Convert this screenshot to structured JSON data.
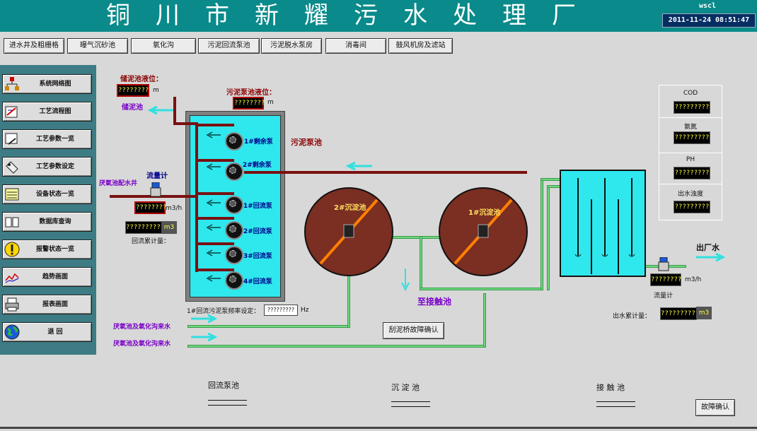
{
  "header": {
    "title": "铜川市新耀污水处理厂",
    "user": "wscl",
    "datetime": "2011-11-24 08:51:47"
  },
  "nav": {
    "tabs": [
      "进水井及粗栅格",
      "曝气沉砂池",
      "氧化沟",
      "污泥回流泵池",
      "污泥脱水泵房",
      "消毒间",
      "鼓风机房及滤站"
    ]
  },
  "sidebar": {
    "items": [
      {
        "label": "系统网络图",
        "icon": "network-icon"
      },
      {
        "label": "工艺流程图",
        "icon": "flowchart-icon"
      },
      {
        "label": "工艺参数一览",
        "icon": "params-icon"
      },
      {
        "label": "工艺参数设定",
        "icon": "settings-icon"
      },
      {
        "label": "设备状态一览",
        "icon": "device-list-icon"
      },
      {
        "label": "数据库查询",
        "icon": "database-book-icon"
      },
      {
        "label": "报警状态一览",
        "icon": "alarm-icon"
      },
      {
        "label": "趋势画面",
        "icon": "trend-icon"
      },
      {
        "label": "报表画面",
        "icon": "printer-icon"
      },
      {
        "label": "退  回",
        "icon": "globe-icon"
      }
    ]
  },
  "process": {
    "storage_level_label": "储泥池液位：",
    "storage_level_value": "????????",
    "storage_level_unit": "m",
    "storage_pool_label": "储泥池",
    "sludge_pit_level_label": "污泥泵池液位：",
    "sludge_pit_level_value": "????????",
    "sludge_pit_level_unit": "m",
    "sludge_pit_label": "污泥泵池",
    "flowmeter_label": "流量计",
    "anoxic_well_label": "厌氧池配水井",
    "return_flow_value": "????????",
    "return_flow_unit": "m3/h",
    "return_total_value": "??????????",
    "return_total_unit": "m3",
    "return_total_label": "回流累计量：",
    "pumps": [
      "1#剩余泵",
      "2#剩余泵",
      "1#回流泵",
      "2#回流泵",
      "3#回流泵",
      "4#回流泵"
    ],
    "freq_label": "1#回流污泥泵频率设定：",
    "freq_value": "?????????",
    "freq_unit": "Hz",
    "inflow_label_1": "厌氧池及氧化沟来水",
    "inflow_label_2": "厌氧池及氧化沟来水",
    "clarifier_2": "2#沉淀池",
    "clarifier_1": "1#沉淀池",
    "to_contact_label": "至接触池",
    "scraper_fault_button": "刮泥桥故障确认",
    "outlet_label": "出厂水",
    "outlet_flow_value": "????????",
    "outlet_flow_unit": "m3/h",
    "outlet_flowmeter_label": "流量计",
    "outlet_total_label": "出水累计量：",
    "outlet_total_value": "??????????",
    "outlet_total_unit": "m3"
  },
  "monitor": {
    "items": [
      {
        "label": "COD",
        "value": "?????????"
      },
      {
        "label": "氨氮",
        "value": "?????????"
      },
      {
        "label": "PH",
        "value": "?????????"
      },
      {
        "label": "出水浊度",
        "value": "?????????"
      }
    ]
  },
  "legend": {
    "return_pit": "回流泵池",
    "clarifier": "沉 淀 池",
    "contact": "接 触 池"
  },
  "footer": {
    "fault_confirm_button": "故障确认"
  },
  "colors": {
    "title_bg": "#0a8a8a",
    "sidebar_bg": "#3d7c84",
    "pit_fill": "#2ee8ee",
    "sludge_fill": "#7b2e22",
    "red_pipe": "#7a1010",
    "green_pipe": "#6fd880",
    "scraper": "#ff8000"
  }
}
